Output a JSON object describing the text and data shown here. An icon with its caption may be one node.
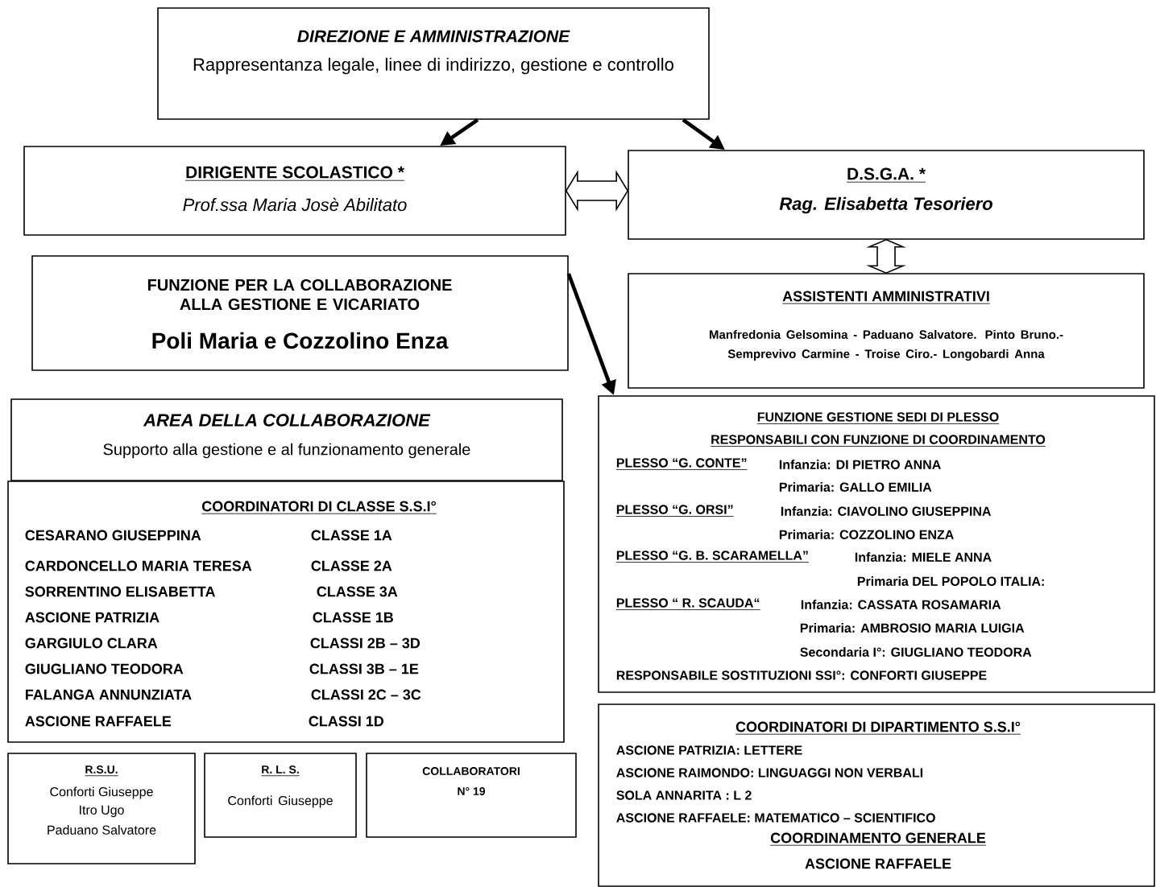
{
  "diagram": {
    "nodes": [
      {
        "text": [
          "DIREZIONE E AMMINISTRAZIONE",
          "Rappresentanza legale, linee di indirizzo, gestione e controllo"
        ]
      },
      {
        "text": [
          "DIRIGENTE SCOLASTICO *",
          "Prof.ssa Maria Josè Abilitato"
        ]
      },
      {
        "text": [
          "D.S.G.A. *",
          "Rag. Elisabetta Tesoriero"
        ]
      },
      {
        "text": [
          "FUNZIONE PER LA COLLABORAZIONE ALLA GESTIONE E VICARIATO",
          "Poli Maria e Cozzolino Enza"
        ]
      },
      {
        "text": [
          "ASSISTENTI AMMINISTRATIVI",
          "Manfredonia Gelsomina - Paduano Salvatore. Pinto Bruno.- Semprevivo Carmine - Troise Ciro.- Longobardi Anna"
        ]
      },
      {
        "text": [
          "AREA DELLA COLLABORAZIONE",
          "Supporto alla gestione e al funzionamento generale"
        ]
      },
      {
        "text": [
          "COORDINATORI DI CLASSE S.S.I°",
          "CESARANO GIUSEPPINA",
          "CLASSE 1A",
          "CARDONCELLO MARIA TERESA",
          "CLASSE 2A",
          "SORRENTINO ELISABETTA",
          "CLASSE 3A",
          "ASCIONE PATRIZIA",
          "CLASSE 1B",
          "GARGIULO CLARA",
          "CLASSI 2B – 3D",
          "GIUGLIANO TEODORA",
          "CLASSI 3B – 1E",
          "FALANGA ANNUNZIATA",
          "CLASSI 2C – 3C",
          "ASCIONE RAFFAELE",
          "CLASSI 1D"
        ]
      },
      {
        "text": [
          "FUNZIONE GESTIONE SEDI DI PLESSO",
          "RESPONSABILI CON FUNZIONE DI COORDINAMENTO",
          "PLESSO “G. CONTE”",
          "Infanzia: DI PIETRO ANNA",
          "Primaria: GALLO EMILIA",
          "PLESSO “G. ORSI”",
          "Infanzia: CIAVOLINO GIUSEPPINA",
          "Primaria: COZZOLINO ENZA",
          "PLESSO “G. B. SCARAMELLA”",
          "Infanzia: MIELE ANNA",
          "Primaria DEL POPOLO ITALIA:",
          "PLESSO “ R. SCAUDA“",
          "Infanzia: CASSATA ROSAMARIA",
          "Primaria: AMBROSIO MARIA LUIGIA",
          "Secondaria I°: GIUGLIANO TEODORA",
          "RESPONSABILE SOSTITUZIONI SSI°: CONFORTI GIUSEPPE"
        ]
      },
      {
        "text": [
          "R.S.U.",
          "Conforti Giuseppe",
          "Itro Ugo",
          "Paduano Salvatore"
        ]
      },
      {
        "text": [
          "R. L. S.",
          "Conforti Giuseppe"
        ]
      },
      {
        "text": [
          "COLLABORATORI",
          "N° 19"
        ]
      },
      {
        "text": [
          "COORDINATORI DI DIPARTIMENTO S.S.I°",
          "ASCIONE PATRIZIA: LETTERE",
          "ASCIONE RAIMONDO: LINGUAGGI NON VERBALI",
          "SOLA ANNARITA : L 2",
          "ASCIONE RAFFAELE: MATEMATICO – SCIENTIFICO",
          "COORDINAMENTO GENERALE",
          "ASCIONE RAFFAELE"
        ]
      }
    ],
    "edges": [
      {
        "from": 0,
        "to": 1,
        "arrow": "to"
      },
      {
        "from": 0,
        "to": 2,
        "arrow": "to"
      },
      {
        "from": 1,
        "to": 2,
        "arrow": "both"
      },
      {
        "from": 2,
        "to": 4,
        "arrow": "both"
      },
      {
        "from": 3,
        "to": 7,
        "arrow": "to"
      }
    ]
  }
}
